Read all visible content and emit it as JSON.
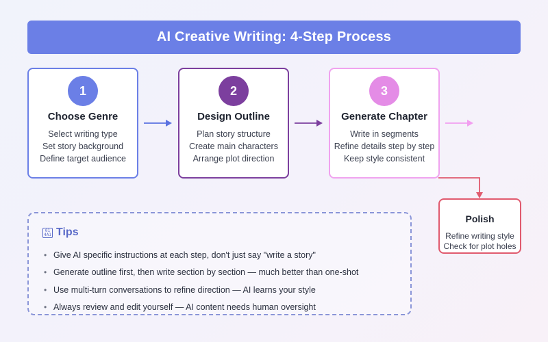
{
  "header": {
    "title": "AI Creative Writing: 4-Step Process"
  },
  "steps": [
    {
      "number": "1",
      "title": "Choose Genre",
      "color": "#6b7fe6",
      "lines": [
        "Select writing type",
        "Set story background",
        "Define target audience"
      ]
    },
    {
      "number": "2",
      "title": "Design Outline",
      "color": "#7c3f9e",
      "lines": [
        "Plan story structure",
        "Create main characters",
        "Arrange plot direction"
      ]
    },
    {
      "number": "3",
      "title": "Generate Chapter",
      "color": "#e48ce6",
      "lines": [
        "Write in segments",
        "Refine details step by step",
        "Keep style consistent"
      ]
    }
  ],
  "polish": {
    "title": "Polish",
    "color": "#e05a6e",
    "lines": [
      "Refine writing style",
      "Check for plot holes"
    ]
  },
  "tips": {
    "icon": "abacus-icon",
    "title": "Tips",
    "items": [
      "Give AI specific instructions at each step, don't just say \"write a story\"",
      "Generate outline first, then write section by section — much better than one-shot",
      "Use multi-turn conversations to refine direction — AI learns your style",
      "Always review and edit yourself — AI content needs human oversight"
    ]
  },
  "colors": {
    "banner": "#6b7fe6",
    "arrow1": "#5b72e0",
    "arrow2": "#7c3f9e",
    "arrow3": "#f29ff0",
    "polish_arrow": "#e05a6e",
    "tips_border": "#8a95d8"
  }
}
